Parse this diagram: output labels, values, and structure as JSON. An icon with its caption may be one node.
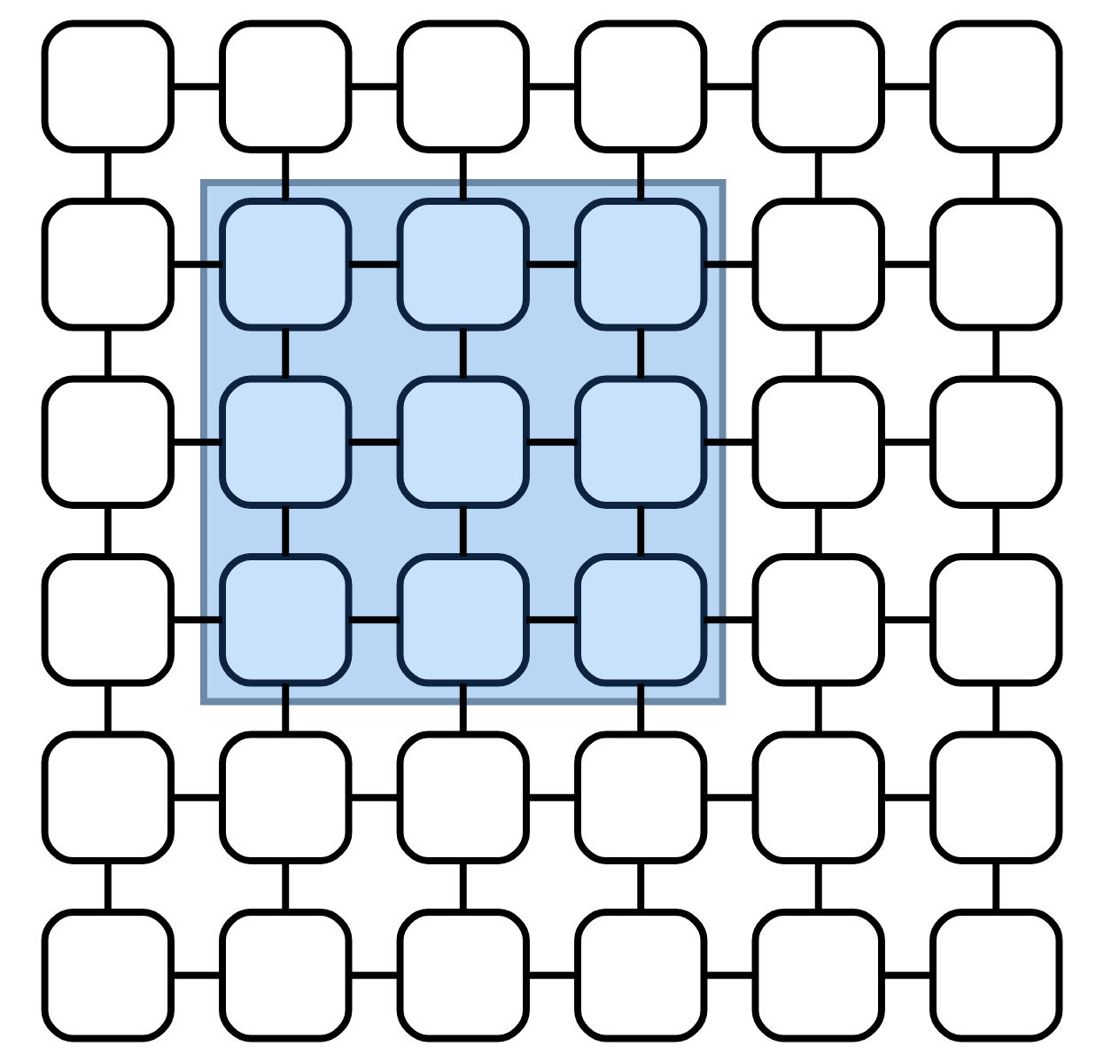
{
  "diagram": {
    "nodes": [
      {
        "text": [],
        "shape": "box"
      },
      {
        "text": [],
        "shape": "box"
      },
      {
        "text": [],
        "shape": "box"
      },
      {
        "text": [],
        "shape": "box"
      },
      {
        "text": [],
        "shape": "box"
      },
      {
        "text": [],
        "shape": "box"
      },
      {
        "text": [],
        "shape": "box"
      },
      {
        "text": [],
        "shape": "box"
      },
      {
        "text": [],
        "shape": "box",
        "in": 0
      },
      {
        "text": [],
        "shape": "box",
        "in": 0
      },
      {
        "text": [],
        "shape": "box",
        "in": 0
      },
      {
        "text": [],
        "shape": "box"
      },
      {
        "text": [],
        "shape": "box"
      },
      {
        "text": [],
        "shape": "box"
      },
      {
        "text": [],
        "shape": "box",
        "in": 0
      },
      {
        "text": [],
        "shape": "box",
        "in": 0
      },
      {
        "text": [],
        "shape": "box",
        "in": 0
      },
      {
        "text": [],
        "shape": "box"
      },
      {
        "text": [],
        "shape": "box"
      },
      {
        "text": [],
        "shape": "box"
      },
      {
        "text": [],
        "shape": "box",
        "in": 0
      },
      {
        "text": [],
        "shape": "box",
        "in": 0
      },
      {
        "text": [],
        "shape": "box",
        "in": 0
      },
      {
        "text": [],
        "shape": "box"
      },
      {
        "text": [],
        "shape": "box"
      },
      {
        "text": [],
        "shape": "box"
      },
      {
        "text": [],
        "shape": "box"
      },
      {
        "text": [],
        "shape": "box"
      },
      {
        "text": [],
        "shape": "box"
      },
      {
        "text": [],
        "shape": "box"
      },
      {
        "text": [],
        "shape": "box"
      },
      {
        "text": [],
        "shape": "box"
      },
      {
        "text": [],
        "shape": "box"
      },
      {
        "text": [],
        "shape": "box"
      },
      {
        "text": [],
        "shape": "box"
      },
      {
        "text": [],
        "shape": "box"
      },
      {
        "text": [],
        "shape": "box"
      }
    ],
    "edges": [
      {
        "from": 1,
        "to": 2,
        "arrow": "none"
      },
      {
        "from": 2,
        "to": 3,
        "arrow": "none"
      },
      {
        "from": 3,
        "to": 4,
        "arrow": "none"
      },
      {
        "from": 4,
        "to": 5,
        "arrow": "none"
      },
      {
        "from": 5,
        "to": 6,
        "arrow": "none"
      },
      {
        "from": 7,
        "to": 8,
        "arrow": "none"
      },
      {
        "from": 8,
        "to": 9,
        "arrow": "none"
      },
      {
        "from": 9,
        "to": 10,
        "arrow": "none"
      },
      {
        "from": 10,
        "to": 11,
        "arrow": "none"
      },
      {
        "from": 11,
        "to": 12,
        "arrow": "none"
      },
      {
        "from": 13,
        "to": 14,
        "arrow": "none"
      },
      {
        "from": 14,
        "to": 15,
        "arrow": "none"
      },
      {
        "from": 15,
        "to": 16,
        "arrow": "none"
      },
      {
        "from": 16,
        "to": 17,
        "arrow": "none"
      },
      {
        "from": 17,
        "to": 18,
        "arrow": "none"
      },
      {
        "from": 19,
        "to": 20,
        "arrow": "none"
      },
      {
        "from": 20,
        "to": 21,
        "arrow": "none"
      },
      {
        "from": 21,
        "to": 22,
        "arrow": "none"
      },
      {
        "from": 22,
        "to": 23,
        "arrow": "none"
      },
      {
        "from": 23,
        "to": 24,
        "arrow": "none"
      },
      {
        "from": 25,
        "to": 26,
        "arrow": "none"
      },
      {
        "from": 26,
        "to": 27,
        "arrow": "none"
      },
      {
        "from": 27,
        "to": 28,
        "arrow": "none"
      },
      {
        "from": 28,
        "to": 29,
        "arrow": "none"
      },
      {
        "from": 29,
        "to": 30,
        "arrow": "none"
      },
      {
        "from": 31,
        "to": 32,
        "arrow": "none"
      },
      {
        "from": 32,
        "to": 33,
        "arrow": "none"
      },
      {
        "from": 33,
        "to": 34,
        "arrow": "none"
      },
      {
        "from": 34,
        "to": 35,
        "arrow": "none"
      },
      {
        "from": 35,
        "to": 36,
        "arrow": "none"
      },
      {
        "from": 1,
        "to": 7,
        "arrow": "none"
      },
      {
        "from": 2,
        "to": 8,
        "arrow": "none"
      },
      {
        "from": 3,
        "to": 9,
        "arrow": "none"
      },
      {
        "from": 4,
        "to": 10,
        "arrow": "none"
      },
      {
        "from": 5,
        "to": 11,
        "arrow": "none"
      },
      {
        "from": 6,
        "to": 12,
        "arrow": "none"
      },
      {
        "from": 7,
        "to": 13,
        "arrow": "none"
      },
      {
        "from": 8,
        "to": 14,
        "arrow": "none"
      },
      {
        "from": 9,
        "to": 15,
        "arrow": "none"
      },
      {
        "from": 10,
        "to": 16,
        "arrow": "none"
      },
      {
        "from": 11,
        "to": 17,
        "arrow": "none"
      },
      {
        "from": 12,
        "to": 18,
        "arrow": "none"
      },
      {
        "from": 13,
        "to": 19,
        "arrow": "none"
      },
      {
        "from": 14,
        "to": 20,
        "arrow": "none"
      },
      {
        "from": 15,
        "to": 21,
        "arrow": "none"
      },
      {
        "from": 16,
        "to": 22,
        "arrow": "none"
      },
      {
        "from": 17,
        "to": 23,
        "arrow": "none"
      },
      {
        "from": 18,
        "to": 24,
        "arrow": "none"
      },
      {
        "from": 19,
        "to": 25,
        "arrow": "none"
      },
      {
        "from": 20,
        "to": 26,
        "arrow": "none"
      },
      {
        "from": 21,
        "to": 27,
        "arrow": "none"
      },
      {
        "from": 22,
        "to": 28,
        "arrow": "none"
      },
      {
        "from": 23,
        "to": 29,
        "arrow": "none"
      },
      {
        "from": 24,
        "to": 30,
        "arrow": "none"
      },
      {
        "from": 25,
        "to": 31,
        "arrow": "none"
      },
      {
        "from": 26,
        "to": 32,
        "arrow": "none"
      },
      {
        "from": 27,
        "to": 33,
        "arrow": "none"
      },
      {
        "from": 28,
        "to": 34,
        "arrow": "none"
      },
      {
        "from": 29,
        "to": 35,
        "arrow": "none"
      },
      {
        "from": 30,
        "to": 36,
        "arrow": "none"
      }
    ]
  }
}
